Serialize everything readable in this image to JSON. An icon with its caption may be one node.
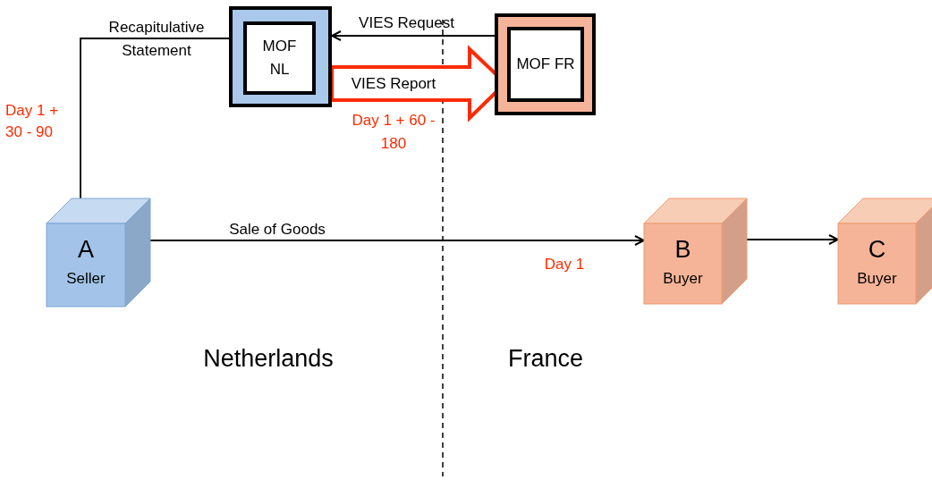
{
  "diagram": {
    "nodes": [
      {
        "text": [],
        "shape": "box"
      },
      {
        "text": [
          "MOF NL"
        ],
        "in": 0
      },
      {
        "text": [],
        "shape": "box"
      },
      {
        "text": [
          "MOF FR"
        ],
        "in": 2
      },
      {
        "text": [
          "A",
          "Seller"
        ]
      },
      {
        "text": [
          "B",
          "Buyer"
        ]
      },
      {
        "text": [
          "C",
          "Buyer"
        ]
      }
    ],
    "edges": [
      {
        "from": 4,
        "to": 1,
        "arrow": "to",
        "label": "Recapitulative Statement"
      },
      {
        "from": 3,
        "to": 0,
        "arrow": "to",
        "label": "VIES Request"
      },
      {
        "from": 0,
        "to": 3,
        "arrow": "to",
        "label": "VIES Report",
        "style": "thick",
        "color": "#ff2a00"
      },
      {
        "from": 4,
        "to": 5,
        "arrow": "to",
        "label": "Sale of Goods"
      },
      {
        "from": 5,
        "to": 6,
        "arrow": "to"
      }
    ],
    "labels": [
      "Day 1 + 30 - 90",
      "Day 1 + 60 - 180",
      "Day 1",
      "Netherlands",
      "France"
    ]
  }
}
